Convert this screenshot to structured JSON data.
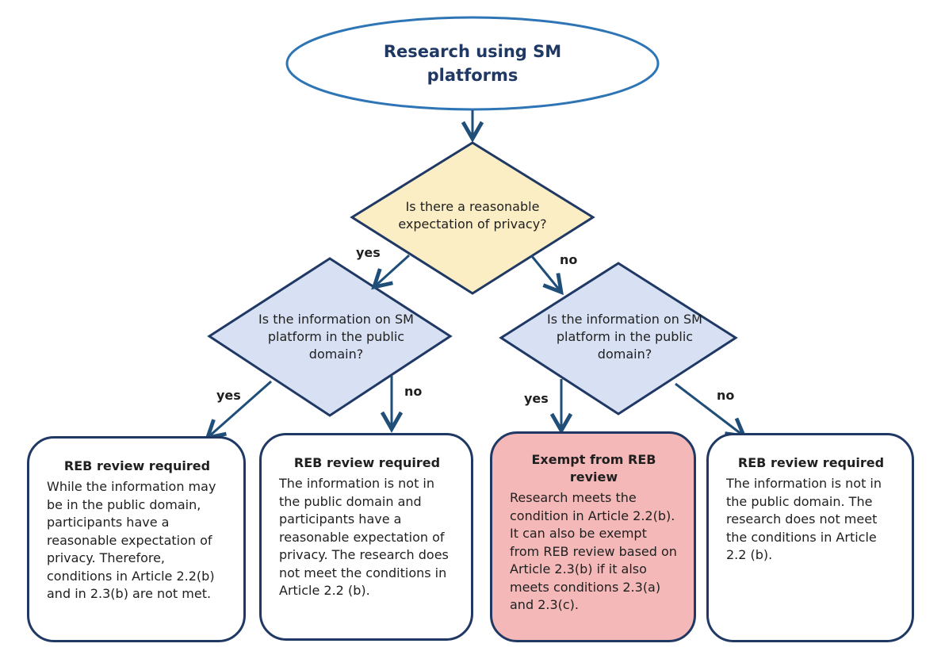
{
  "colors": {
    "outline": "#1f3864",
    "question_fill": "#fbeec4",
    "sub_question_fill": "#d8e1f3",
    "exempt_fill": "#f4b8b8",
    "box_fill": "#ffffff"
  },
  "start": {
    "label": "Research using SM platforms"
  },
  "q1": {
    "label": "Is there a reasonable expectation of privacy?"
  },
  "q2_left": {
    "label": "Is the information on SM platform in the public domain?"
  },
  "q2_right": {
    "label": "Is the information on SM platform in the public domain?"
  },
  "edges": {
    "q1_yes": "yes",
    "q1_no": "no",
    "left_yes": "yes",
    "left_no": "no",
    "right_yes": "yes",
    "right_no": "no"
  },
  "outcomes": [
    {
      "title": "REB review required",
      "body": "While the information may be in the public domain, participants have a reasonable expectation of privacy. Therefore, conditions in Article 2.2(b) and in 2.3(b) are not met."
    },
    {
      "title": "REB review required",
      "body": "The information is not in the public domain and participants have a reasonable expectation of privacy. The research does not meet the conditions in Article 2.2 (b)."
    },
    {
      "title": "Exempt from REB review",
      "body": "Research meets the condition in Article 2.2(b). It can also be exempt from REB review based on Article 2.3(b) if it also meets conditions 2.3(a) and 2.3(c)."
    },
    {
      "title": "REB review required",
      "body": "The information is not in the public domain. The research does not meet the conditions in Article 2.2 (b)."
    }
  ]
}
